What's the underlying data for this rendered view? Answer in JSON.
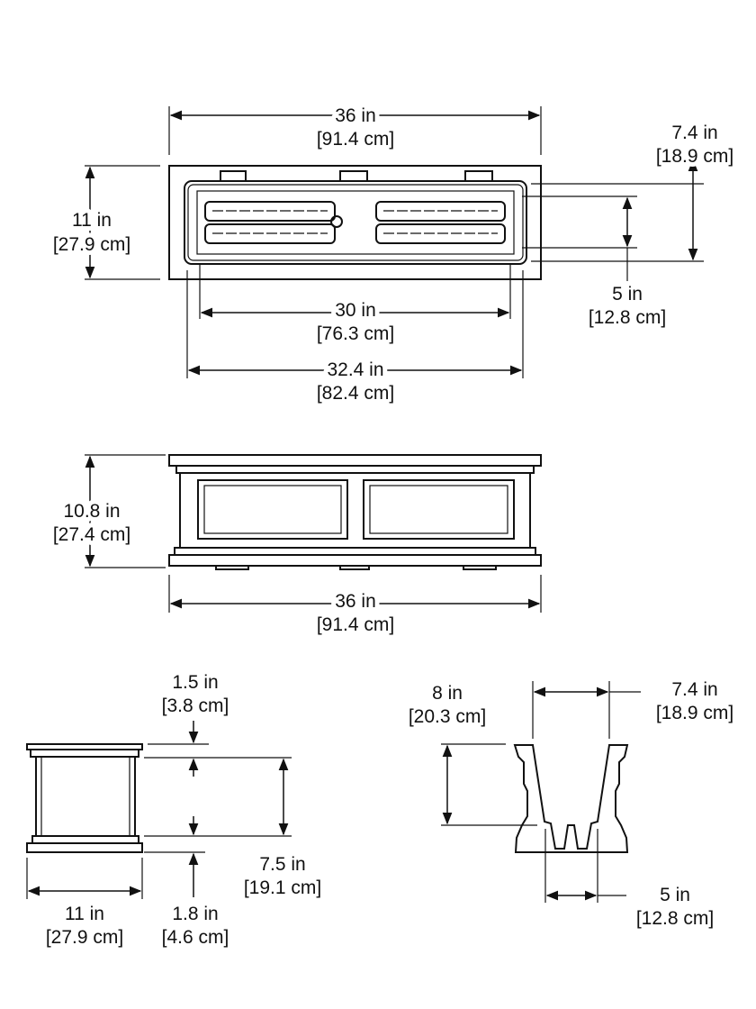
{
  "top_view": {
    "width": {
      "in": "36 in",
      "cm": "[91.4 cm]"
    },
    "outer_depth": {
      "in": "7.4 in",
      "cm": "[18.9 cm]"
    },
    "depth": {
      "in": "11 in",
      "cm": "[27.9 cm]"
    },
    "inner_depth": {
      "in": "5 in",
      "cm": "[12.8 cm]"
    },
    "inner_length": {
      "in": "30 in",
      "cm": "[76.3 cm]"
    },
    "opening_length": {
      "in": "32.4 in",
      "cm": "[82.4 cm]"
    }
  },
  "front_view": {
    "height": {
      "in": "10.8 in",
      "cm": "[27.4 cm]"
    },
    "width": {
      "in": "36 in",
      "cm": "[91.4 cm]"
    }
  },
  "side_view": {
    "cap": {
      "in": "1.5 in",
      "cm": "[3.8 cm]"
    },
    "body": {
      "in": "7.5 in",
      "cm": "[19.1 cm]"
    },
    "depth": {
      "in": "11 in",
      "cm": "[27.9 cm]"
    },
    "base": {
      "in": "1.8 in",
      "cm": "[4.6 cm]"
    }
  },
  "cross_section": {
    "height": {
      "in": "8 in",
      "cm": "[20.3 cm]"
    },
    "top_width": {
      "in": "7.4 in",
      "cm": "[18.9 cm]"
    },
    "bottom_width": {
      "in": "5 in",
      "cm": "[12.8 cm]"
    }
  }
}
